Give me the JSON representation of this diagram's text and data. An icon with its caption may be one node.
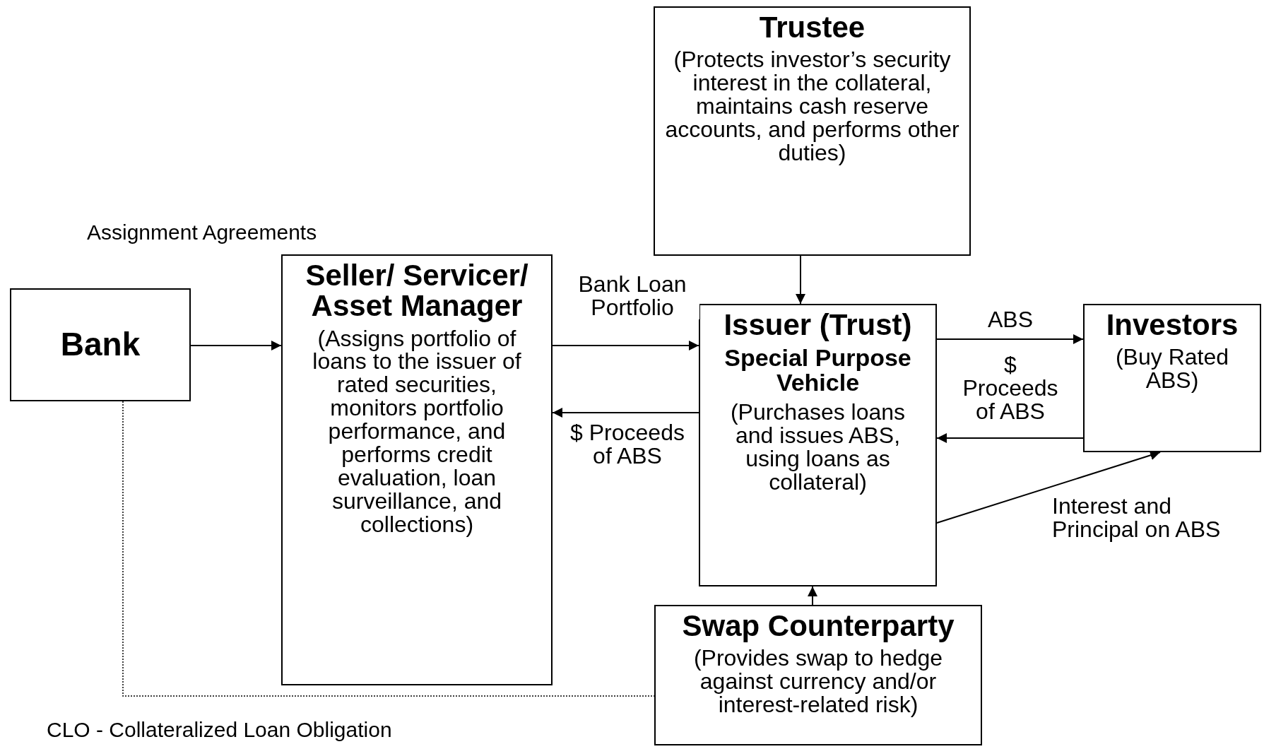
{
  "diagram": {
    "nodes": [
      {
        "text": [
          "Bank"
        ]
      },
      {
        "text": [
          "Seller/ Servicer/ Asset Manager",
          "(Assigns portfolio of loans to the issuer of rated securities, monitors portfolio performance, and performs credit evaluation, loan surveillance, and collections)"
        ]
      },
      {
        "text": [
          "Trustee",
          "(Protects investor’s security interest in the collateral, maintains cash reserve accounts, and performs other duties)"
        ]
      },
      {
        "text": [
          "Issuer (Trust)",
          "Special Purpose Vehicle",
          "(Purchases loans and issues ABS, using loans as collateral)"
        ]
      },
      {
        "text": [
          "Investors",
          "(Buy Rated ABS)"
        ]
      },
      {
        "text": [
          "Swap Counterparty",
          "(Provides swap to hedge against currency and/or interest-related risk)"
        ]
      }
    ],
    "edges": [
      {
        "from": 0,
        "to": 1,
        "arrow": "to"
      },
      {
        "from": 1,
        "to": 3,
        "arrow": "to",
        "label": "Bank Loan Portfolio"
      },
      {
        "from": 3,
        "to": 1,
        "arrow": "to",
        "label": "$ Proceeds of ABS"
      },
      {
        "from": 2,
        "to": 3,
        "arrow": "to"
      },
      {
        "from": 3,
        "to": 4,
        "arrow": "to",
        "label": "ABS"
      },
      {
        "from": 4,
        "to": 3,
        "arrow": "to",
        "label": "$ Proceeds of ABS"
      },
      {
        "from": 3,
        "to": 4,
        "arrow": "to",
        "label": "Interest and Principal on ABS"
      },
      {
        "from": 5,
        "to": 3,
        "arrow": "to"
      },
      {
        "from": 0,
        "to": 5,
        "arrow": "none",
        "style": "dashed"
      }
    ],
    "labels": [
      "Assignment Agreements",
      "CLO - Collateralized Loan Obligation"
    ]
  }
}
